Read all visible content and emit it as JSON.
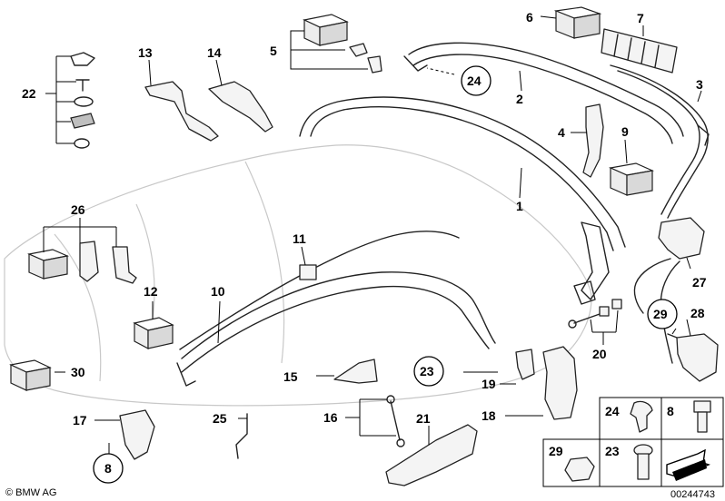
{
  "labels": {
    "l1": "1",
    "l2": "2",
    "l3": "3",
    "l4": "4",
    "l5": "5",
    "l6": "6",
    "l7": "7",
    "l8a": "8",
    "l8b": "8",
    "l9": "9",
    "l10": "10",
    "l11": "11",
    "l12": "12",
    "l13": "13",
    "l14": "14",
    "l15": "15",
    "l16": "16",
    "l17": "17",
    "l18": "18",
    "l19": "19",
    "l20": "20",
    "l21": "21",
    "l22": "22",
    "l23a": "23",
    "l23b": "23",
    "l24a": "24",
    "l24b": "24",
    "l25": "25",
    "l26": "26",
    "l27": "27",
    "l28": "28",
    "l29a": "29",
    "l29b": "29",
    "l30": "30"
  },
  "footer": {
    "copyright": "© BMW AG",
    "diagram_number": "00244743"
  }
}
